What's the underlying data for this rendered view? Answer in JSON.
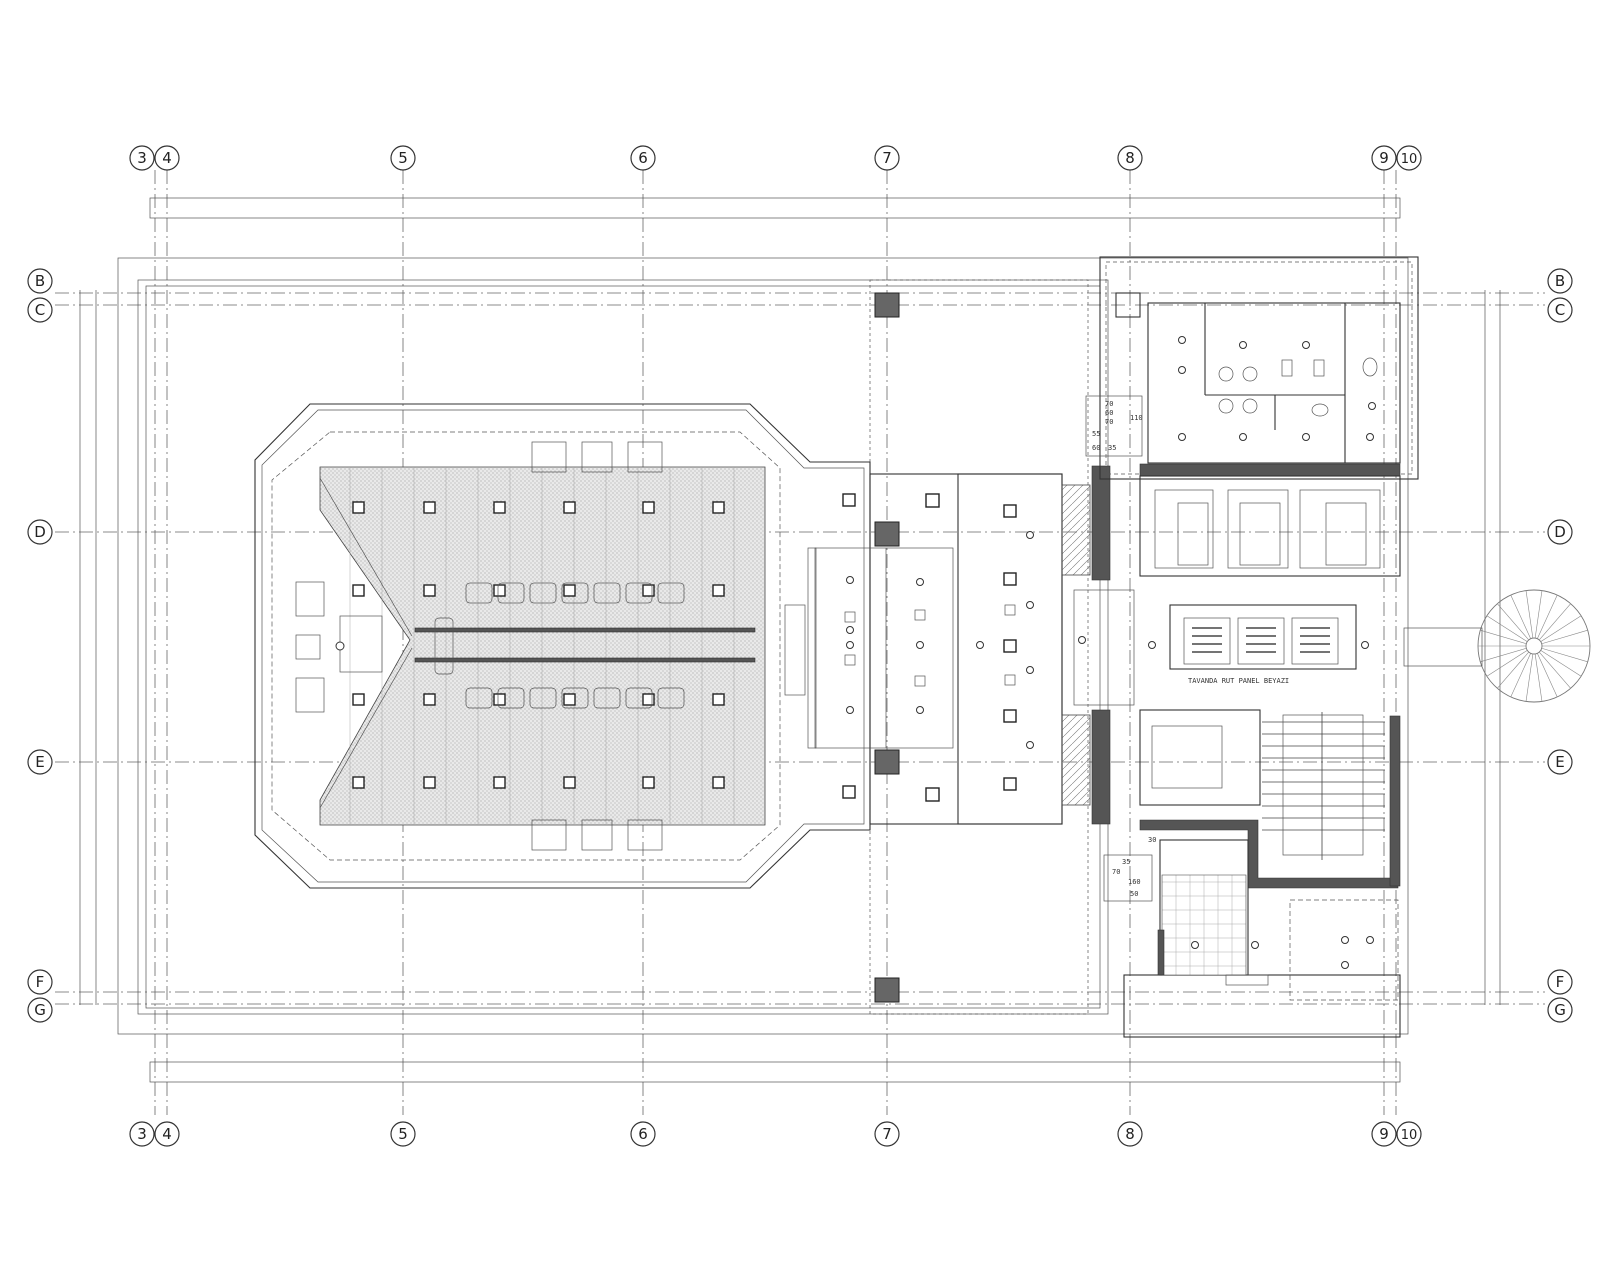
{
  "drawing": {
    "column_axes": [
      "3",
      "4",
      "5",
      "6",
      "7",
      "8",
      "9",
      "10"
    ],
    "row_axes": [
      "B",
      "C",
      "D",
      "E",
      "F",
      "G"
    ],
    "small_dims": [
      "70",
      "60",
      "70",
      "55",
      "60",
      "35",
      "110",
      "35",
      "70",
      "160",
      "50",
      "30"
    ],
    "room_label": "TAVANDA RUT PANEL BEYAZI"
  }
}
